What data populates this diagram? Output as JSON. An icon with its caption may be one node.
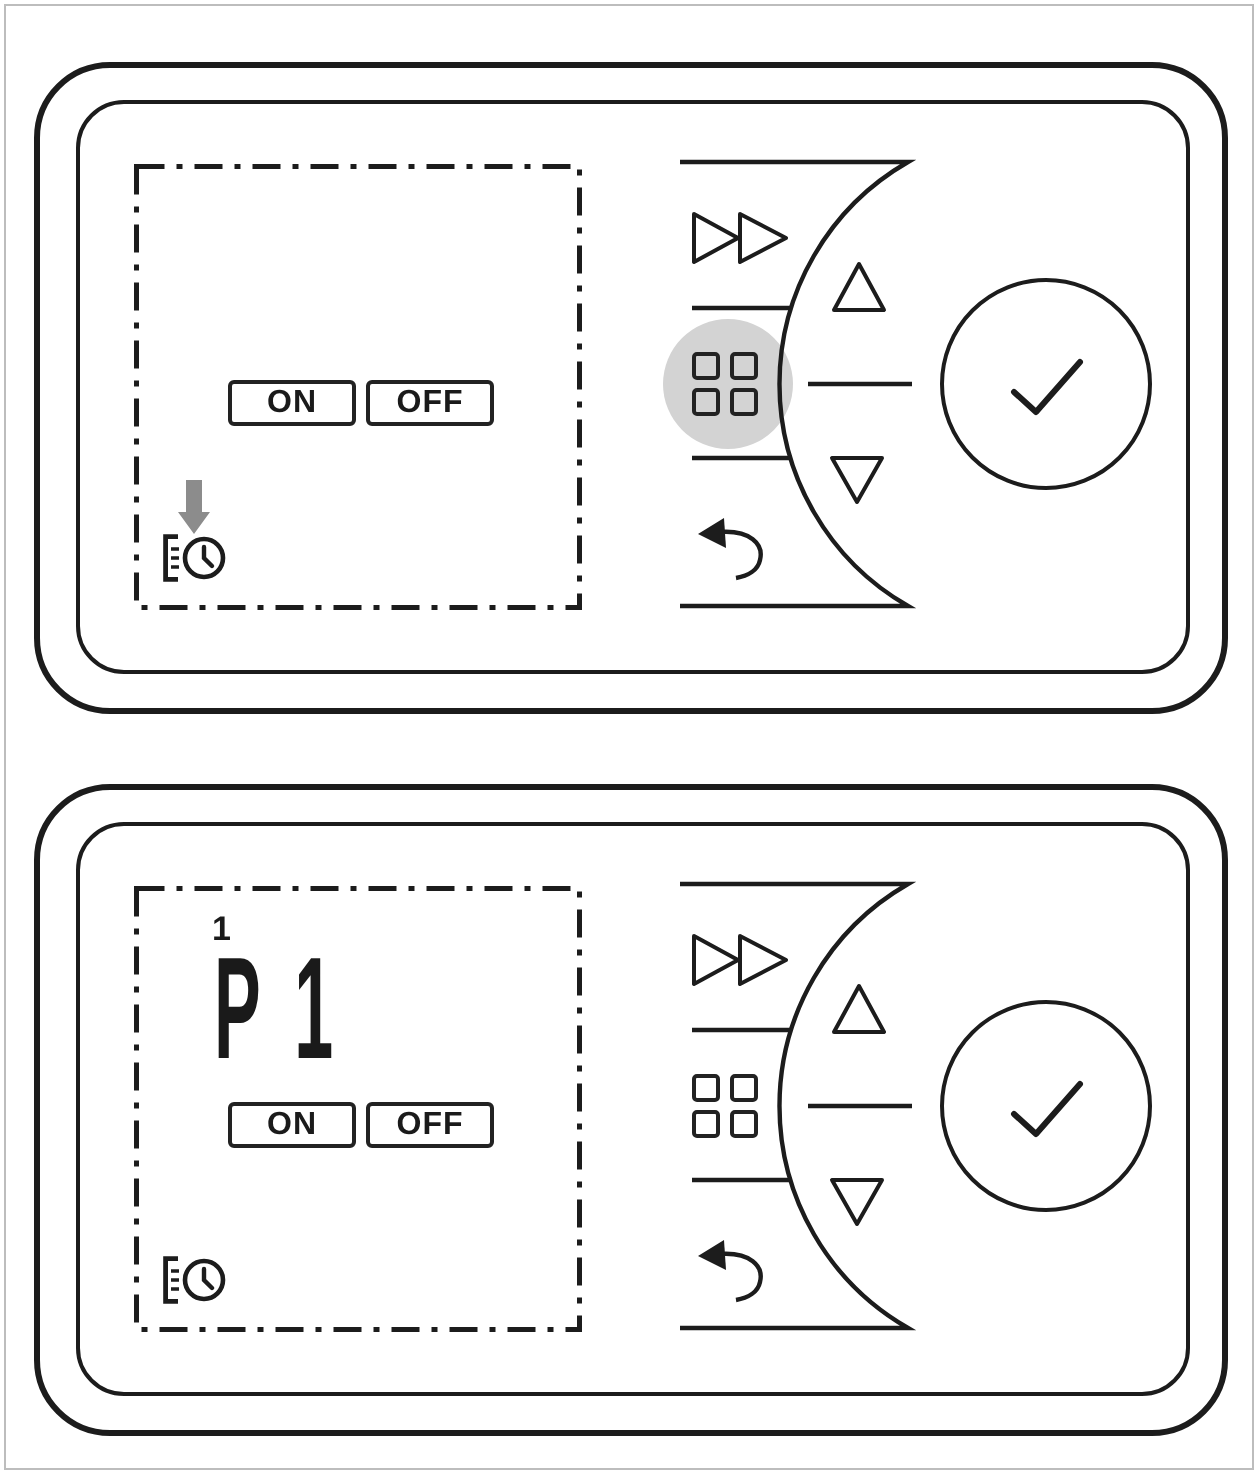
{
  "diagram": {
    "nodes": [
      {
        "text": [],
        "shape": "box"
      },
      {
        "text": [],
        "shape": "box",
        "in": 0
      },
      {
        "text": [
          "ON"
        ],
        "in": 1
      },
      {
        "text": [
          "OFF"
        ],
        "in": 1
      },
      {
        "text": [],
        "shape": "picture",
        "in": 1
      },
      {
        "text": [],
        "shape": "box"
      },
      {
        "text": [
          "1",
          "P1"
        ],
        "in": 5
      },
      {
        "text": [
          "ON"
        ],
        "in": 6
      },
      {
        "text": [
          "OFF"
        ],
        "in": 6
      },
      {
        "text": [],
        "shape": "picture",
        "in": 6
      }
    ],
    "edges": [
      {
        "from": null,
        "to": 4,
        "arrow": "to",
        "style": "thick",
        "color": "#8c8c8c"
      }
    ]
  }
}
